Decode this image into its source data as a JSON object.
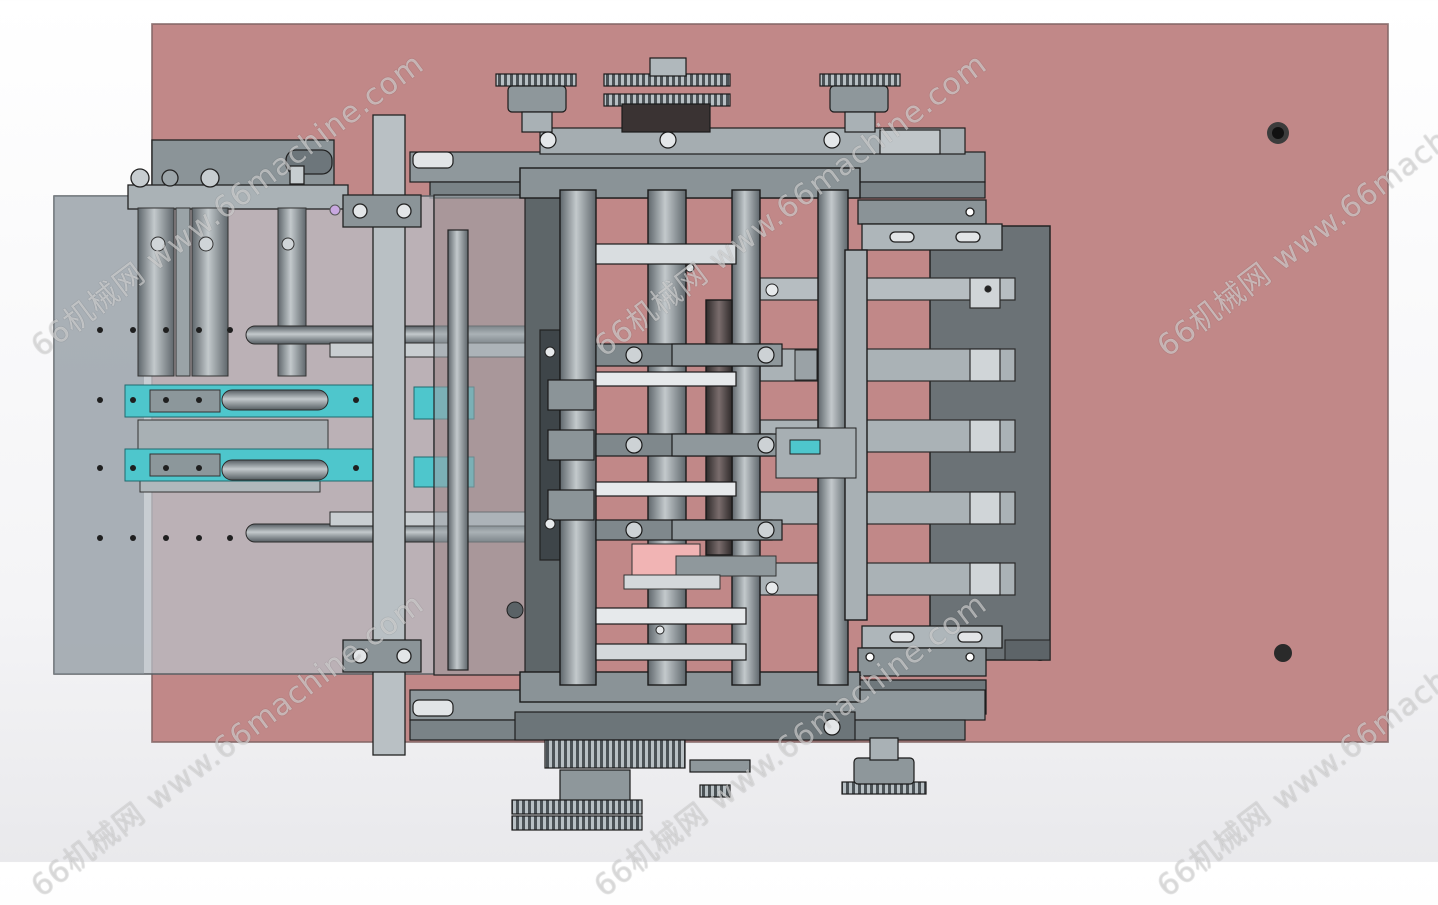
{
  "watermark": {
    "text": "66机械网 www.66machine.com",
    "cn": "66机械网",
    "url": "www.66machine.com"
  },
  "colors": {
    "base_plate": "#c18888",
    "steel": "#8e979c",
    "steel_dark": "#6d767b",
    "cyan": "#4ec6cc",
    "transparent_plate": "#b9c0c6",
    "pink_part": "#f1b4b4"
  }
}
